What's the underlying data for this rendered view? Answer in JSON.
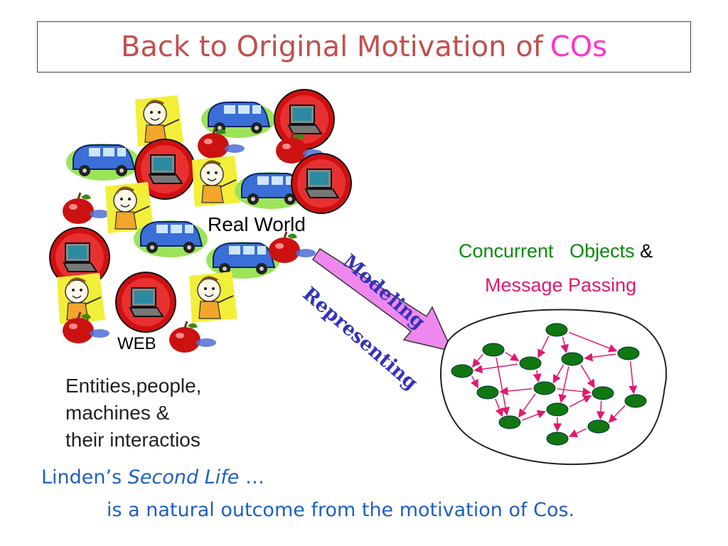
{
  "title": {
    "main": "Back to Original Motivation of",
    "accent": "COs",
    "color": "#c0504d",
    "accent_color": "#ff33cc"
  },
  "real_world": {
    "label": "Real World",
    "web_label": "WEB",
    "description": [
      "Entities,people,",
      "machines &",
      "their interactios"
    ],
    "icons": [
      "person-icon",
      "car-icon",
      "laptop-icon",
      "apple-icon"
    ]
  },
  "arrow": {
    "top_label": "Modeling",
    "bottom_label": "Representing",
    "color": "#ee88ee"
  },
  "concurrent": {
    "word1": "Concurrent",
    "word2": "Objects",
    "amp": "&",
    "line2": "Message Passing"
  },
  "footer": {
    "linden_prefix": "Linden’s",
    "linden_italic": "Second Life",
    "linden_suffix": "…",
    "outcome": "is a natural outcome from the motivation of Cos."
  },
  "colors": {
    "node": "#117711",
    "edge": "#e0196e",
    "blue_text": "#1f5fbf",
    "green_text": "#0a8a0a"
  }
}
